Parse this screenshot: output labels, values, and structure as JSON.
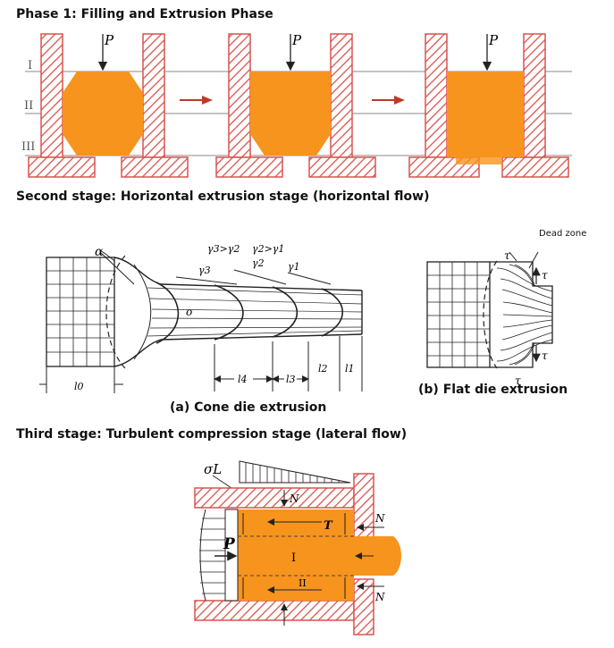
{
  "headings": {
    "phase1": "Phase 1: Filling and Extrusion Phase",
    "stage2": "Second stage: Horizontal extrusion stage (horizontal flow)",
    "stage3": "Third stage: Turbulent compression stage (lateral flow)"
  },
  "phase1": {
    "force": "P",
    "levels": [
      "I",
      "II",
      "III"
    ]
  },
  "stage2": {
    "cone_caption": "(a) Cone die extrusion",
    "flat_caption": "(b) Flat die extrusion",
    "dead_zone": "Dead zone",
    "alpha": "α",
    "o": "o",
    "gamma_rel1": "γ3>γ2",
    "gamma_rel2": "γ2>γ1",
    "gammas": [
      "γ3",
      "γ2",
      "γ1"
    ],
    "lengths": [
      "l0",
      "l4",
      "l3",
      "l2",
      "l1"
    ],
    "tau": "τ"
  },
  "stage3": {
    "sigma": "σL",
    "N": "N",
    "T": "T",
    "P": "P",
    "zone1": "I",
    "zone2": "II"
  },
  "colors": {
    "billet": "#f7941d",
    "hatch": "#d9534f",
    "arrow": "#c0392b"
  }
}
